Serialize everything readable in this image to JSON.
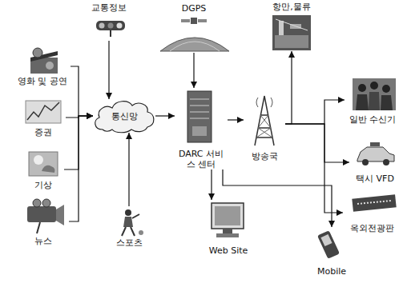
{
  "diagram": {
    "nodes": [
      {
        "text": [
          "교통정보"
        ]
      },
      {
        "text": [
          "DGPS"
        ]
      },
      {
        "text": [
          "항만,물류"
        ]
      },
      {
        "text": [
          "영화 및 공연"
        ]
      },
      {
        "text": [
          "일반 수신기"
        ]
      },
      {
        "text": [
          "증권"
        ]
      },
      {
        "text": [
          "통신망"
        ]
      },
      {
        "text": [
          "DARC 서비스 센터"
        ]
      },
      {
        "text": [
          "방송국"
        ]
      },
      {
        "text": [
          "택시 VFD"
        ]
      },
      {
        "text": [
          "기상"
        ]
      },
      {
        "text": [
          "옥외전광판"
        ]
      },
      {
        "text": [
          "뉴스"
        ]
      },
      {
        "text": [
          "스포츠"
        ]
      },
      {
        "text": [
          "Web Site"
        ]
      },
      {
        "text": [
          "Mobile"
        ]
      }
    ],
    "edges": [
      {
        "from": 0,
        "to": 6,
        "arrow": "to"
      },
      {
        "from": 3,
        "to": 6,
        "arrow": "to"
      },
      {
        "from": 5,
        "to": 6,
        "arrow": "to"
      },
      {
        "from": 10,
        "to": 6,
        "arrow": "to"
      },
      {
        "from": 12,
        "to": 6,
        "arrow": "to"
      },
      {
        "from": 13,
        "to": 6,
        "arrow": "to"
      },
      {
        "from": 6,
        "to": 7,
        "arrow": "to"
      },
      {
        "from": 1,
        "to": 7,
        "arrow": "to"
      },
      {
        "from": 7,
        "to": 8,
        "arrow": "to"
      },
      {
        "from": 7,
        "to": 14,
        "arrow": "to"
      },
      {
        "from": 7,
        "to": 15,
        "arrow": "to"
      },
      {
        "from": 8,
        "to": 2,
        "arrow": "to"
      },
      {
        "from": 8,
        "to": 4,
        "arrow": "to"
      },
      {
        "from": 8,
        "to": 9,
        "arrow": "to"
      },
      {
        "from": 8,
        "to": 11,
        "arrow": "to"
      }
    ]
  }
}
